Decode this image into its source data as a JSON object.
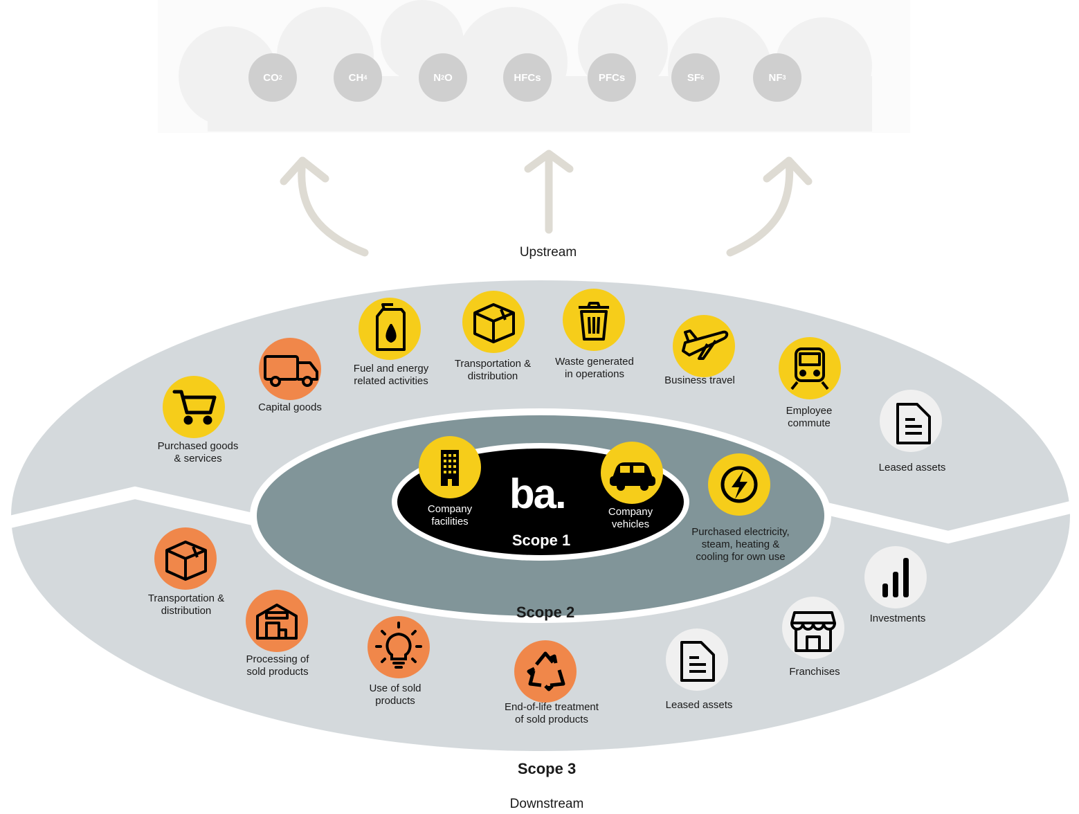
{
  "gases": [
    "CO2",
    "CH4",
    "N2O",
    "HFCs",
    "PFCs",
    "SF6",
    "NF3"
  ],
  "gas_display": [
    {
      "base": "CO",
      "sub": "2"
    },
    {
      "base": "CH",
      "sub": "4"
    },
    {
      "base": "N",
      "sub": "2",
      "tail": "O"
    },
    {
      "base": "HFCs",
      "sub": ""
    },
    {
      "base": "PFCs",
      "sub": ""
    },
    {
      "base": "SF",
      "sub": "6"
    },
    {
      "base": "NF",
      "sub": "3"
    }
  ],
  "labels": {
    "upstream": "Upstream",
    "downstream": "Downstream",
    "scope1": "Scope 1",
    "scope2": "Scope 2",
    "scope3": "Scope 3",
    "logo": "ba."
  },
  "scope1_items": [
    {
      "label": "Company\nfacilities",
      "icon": "building-icon"
    },
    {
      "label": "Company\nvehicles",
      "icon": "car-icon"
    }
  ],
  "scope2_items": [
    {
      "label": "Purchased electricity,\nsteam, heating &\ncooling for own use",
      "icon": "lightning-icon"
    }
  ],
  "upstream_items": [
    {
      "label": "Purchased goods\n& services",
      "icon": "cart-icon"
    },
    {
      "label": "Capital goods",
      "icon": "truck-icon"
    },
    {
      "label": "Fuel and energy\nrelated activities",
      "icon": "fuel-can-icon"
    },
    {
      "label": "Transportation &\ndistribution",
      "icon": "box-icon"
    },
    {
      "label": "Waste generated\nin operations",
      "icon": "trash-icon"
    },
    {
      "label": "Business travel",
      "icon": "airplane-icon"
    },
    {
      "label": "Employee\ncommute",
      "icon": "train-icon"
    },
    {
      "label": "Leased assets",
      "icon": "document-icon"
    }
  ],
  "downstream_items": [
    {
      "label": "Transportation &\ndistribution",
      "icon": "box-icon"
    },
    {
      "label": "Processing of\nsold products",
      "icon": "warehouse-icon"
    },
    {
      "label": "Use of sold\nproducts",
      "icon": "lightbulb-icon"
    },
    {
      "label": "End-of-life treatment\nof sold products",
      "icon": "recycle-icon"
    },
    {
      "label": "Leased assets",
      "icon": "document-icon"
    },
    {
      "label": "Franchises",
      "icon": "store-icon"
    },
    {
      "label": "Investments",
      "icon": "bar-chart-icon"
    }
  ],
  "colors": {
    "yellow": "#f6cd1a",
    "orange": "#f0874a",
    "light_grey": "#f0f0f0",
    "outer_ring": "#d4d9dc",
    "scope2_ring": "#819599",
    "scope1_core": "#000000",
    "cloud": "#f2f2f2",
    "gas_circle": "#cfcfcf",
    "arrow": "#dedbd3"
  }
}
